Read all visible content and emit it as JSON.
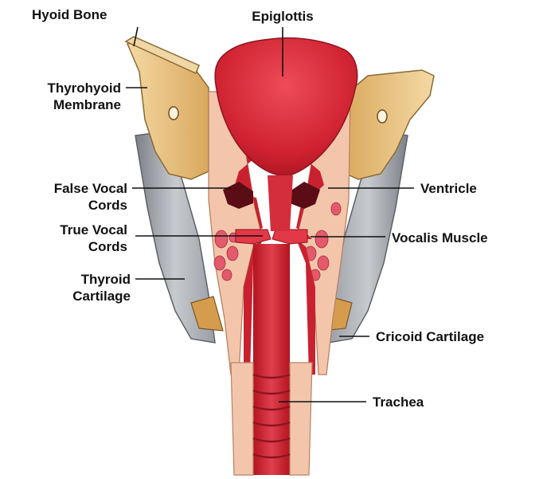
{
  "labels": {
    "hyoid_bone": "Hyoid Bone",
    "epiglottis": "Epiglottis",
    "thyrohyoid_line1": "Thyrohyoid",
    "thyrohyoid_line2": "Membrane",
    "false_vocal_line1": "False Vocal",
    "false_vocal_line2": "Cords",
    "ventricle": "Ventricle",
    "true_vocal_line1": "True Vocal",
    "true_vocal_line2": "Cords",
    "vocalis_muscle": "Vocalis Muscle",
    "thyroid_line1": "Thyroid",
    "thyroid_line2": "Cartilage",
    "cricoid_cartilage": "Cricoid Cartilage",
    "trachea": "Trachea"
  },
  "colors": {
    "cartilage": "#e9c27f",
    "thyroid_cartilage": "#a9adb3",
    "mucosa": "#d8293a",
    "tissue": "#f3c6ab",
    "muscle": "#e25a6c",
    "leader_line": "#111111"
  }
}
